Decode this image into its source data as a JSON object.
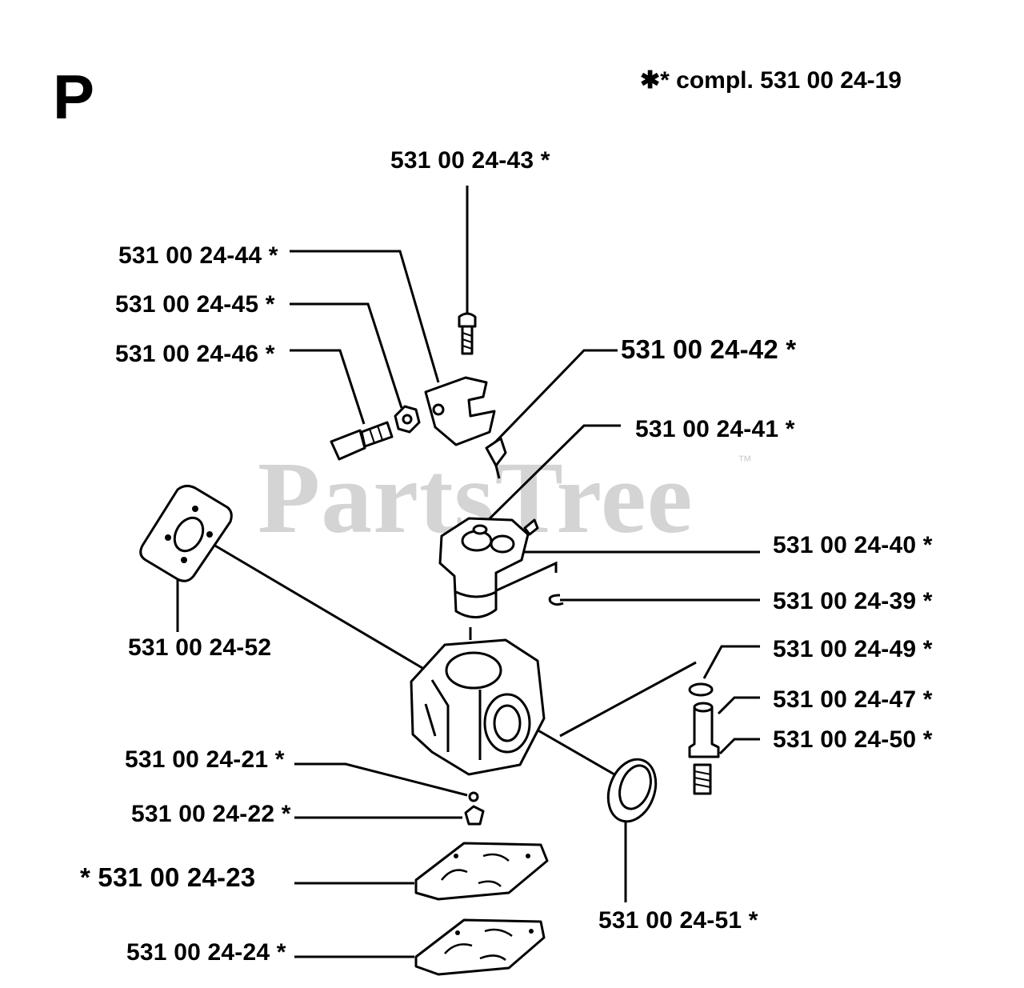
{
  "page": {
    "section_letter": "P",
    "kit_note": "✱* compl. 531 00 24-19",
    "watermark": "PartsTree",
    "watermark_tm": "™"
  },
  "labels": {
    "p43": "531 00 24-43 *",
    "p44": "531 00 24-44 *",
    "p45": "531 00 24-45 *",
    "p46": "531 00 24-46 *",
    "p42": "531 00 24-42 *",
    "p41": "531 00 24-41 *",
    "p40": "531 00 24-40 *",
    "p39": "531 00 24-39 *",
    "p52": "531 00 24-52",
    "p49": "531 00 24-49 *",
    "p47": "531 00 24-47 *",
    "p50": "531 00 24-50 *",
    "p21": "531 00 24-21 *",
    "p22": "531 00 24-22 *",
    "p23": "* 531 00 24-23",
    "p24": "531 00 24-24 *",
    "p51": "531 00 24-51 *"
  },
  "parts": [
    {
      "part_no": "531 00 24-43",
      "name": "screw-icon"
    },
    {
      "part_no": "531 00 24-44",
      "name": "lever-icon"
    },
    {
      "part_no": "531 00 24-45",
      "name": "nut-icon"
    },
    {
      "part_no": "531 00 24-46",
      "name": "adjusting-screw-icon"
    },
    {
      "part_no": "531 00 24-42",
      "name": "needle-valve-icon"
    },
    {
      "part_no": "531 00 24-41",
      "name": "washer-icon"
    },
    {
      "part_no": "531 00 24-40",
      "name": "throttle-body-icon"
    },
    {
      "part_no": "531 00 24-39",
      "name": "clip-icon"
    },
    {
      "part_no": "531 00 24-52",
      "name": "gasket-icon"
    },
    {
      "part_no": "531 00 24-49",
      "name": "o-ring-icon"
    },
    {
      "part_no": "531 00 24-47",
      "name": "valve-icon"
    },
    {
      "part_no": "531 00 24-50",
      "name": "spring-icon"
    },
    {
      "part_no": "531 00 24-21",
      "name": "ball-icon"
    },
    {
      "part_no": "531 00 24-22",
      "name": "plug-icon"
    },
    {
      "part_no": "531 00 24-23",
      "name": "pump-gasket-icon"
    },
    {
      "part_no": "531 00 24-24",
      "name": "diaphragm-icon"
    },
    {
      "part_no": "531 00 24-51",
      "name": "seal-ring-icon"
    }
  ]
}
